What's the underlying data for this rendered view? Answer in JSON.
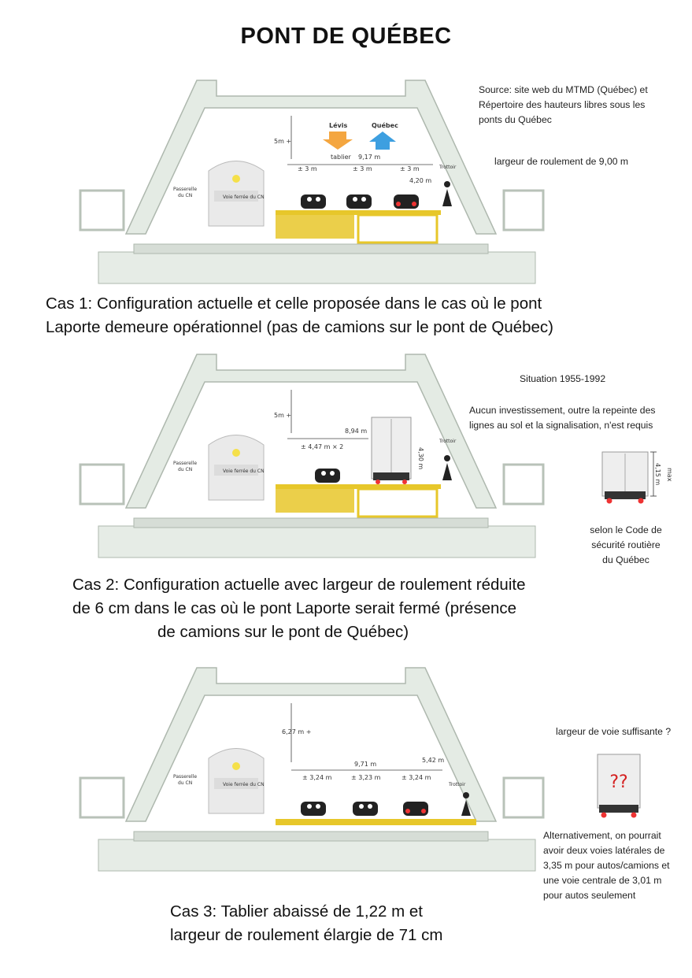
{
  "title": "PONT DE QUÉBEC",
  "panel1": {
    "source_note": [
      "Source: site web du MTMD (Québec) et",
      "Répertoire des hauteurs libres sous les",
      "ponts du Québec"
    ],
    "width_note": "largeur de roulement de 9,00 m",
    "caption": [
      "Cas 1: Configuration actuelle et celle proposée dans le cas où le pont",
      "Laporte demeure opérationnel (pas de camions sur le pont de Québec)"
    ],
    "diagram": {
      "clearance": "5m +",
      "deck_label": "tablier",
      "deck_width": "9,17 m",
      "lanes": [
        "± 3 m",
        "± 3 m",
        "± 3 m"
      ],
      "right_height": "4,20 m",
      "arrow_levis": "Lévis",
      "arrow_quebec": "Québec",
      "trottoir": "Trottoir",
      "passerelle": [
        "Passerelle",
        "du CN"
      ],
      "voie_ferree": "Voie ferrée du CN"
    }
  },
  "panel2": {
    "situation": "Situation 1955-1992",
    "invest_note": [
      "Aucun investissement, outre la repeinte des",
      "lignes au sol et la signalisation, n'est requis"
    ],
    "truck_note": [
      "selon le Code de",
      "sécurité routière",
      "du Québec"
    ],
    "truck_max": "max",
    "truck_height": "4,15 m",
    "caption": [
      "Cas 2: Configuration actuelle avec largeur de roulement réduite",
      "de 6 cm dans le cas où le pont Laporte serait fermé (présence",
      "de camions sur le pont de Québec)"
    ],
    "diagram": {
      "clearance": "5m +",
      "deck_width": "8,94 m",
      "lanes": [
        "± 4,47 m × 2"
      ],
      "right_height": "4,30 m",
      "trottoir": "Trottoir",
      "passerelle": [
        "Passerelle",
        "du CN"
      ],
      "voie_ferree": "Voie ferrée du CN"
    }
  },
  "panel3": {
    "question": "largeur de voie suffisante ?",
    "truck_mark": "??",
    "alt_note": [
      "Alternativement, on pourrait",
      "avoir deux voies latérales de",
      "3,35 m pour autos/camions et",
      "une voie centrale de 3,01 m",
      "pour autos seulement"
    ],
    "caption": [
      "Cas 3: Tablier abaissé de 1,22 m et",
      "largeur de roulement élargie de 71 cm"
    ],
    "diagram": {
      "clearance": "6,27 m +",
      "deck_width": "9,71 m",
      "lanes": [
        "± 3,24 m",
        "± 3,23 m",
        "± 3,24 m"
      ],
      "right_height": "5,42 m",
      "trottoir": "Trottoir",
      "passerelle": [
        "Passerelle",
        "du CN"
      ],
      "voie_ferree": "Voie ferrée du CN"
    }
  },
  "colors": {
    "truss": "#e4ebe4",
    "truss_stroke": "#aeb8ae",
    "deck": "#e7c72a",
    "arrow_orange": "#f4a640",
    "arrow_blue": "#3d9fe0",
    "train": "#eaeaea",
    "sign": "#f5e04a"
  }
}
